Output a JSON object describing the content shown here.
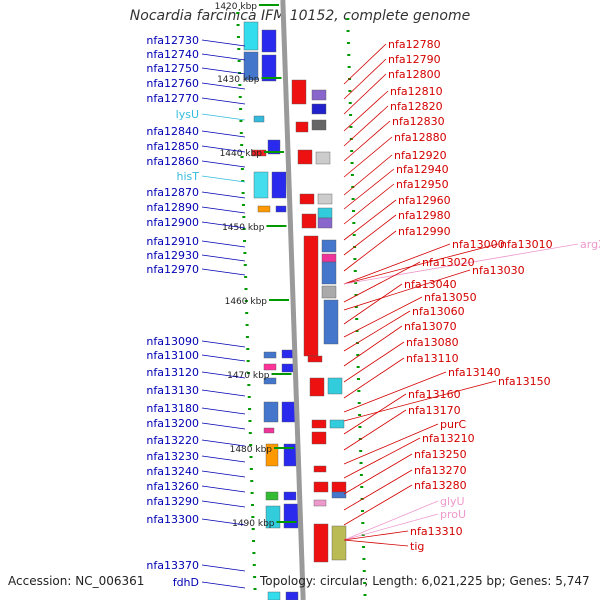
{
  "title": "Nocardia farcinica IFM 10152, complete genome",
  "accession": "Accession: NC_006361",
  "summary": "Topology: circular; Length: 6,021,225 bp; Genes: 5,747",
  "colors": {
    "plus_label": "#0000b4",
    "minus_label": "#d40000",
    "rna_plus": "#33bbdd",
    "rna_minus": "#ee99cc",
    "axis": "#9a9a9a",
    "tick": "#009900"
  },
  "ticks": [
    "1420 kbp",
    "1430 kbp",
    "1440 kbp",
    "1450 kbp",
    "1460 kbp",
    "1470 kbp",
    "1480 kbp",
    "1490 kbp"
  ],
  "left_labels": [
    {
      "text": "nfa12730",
      "kind": "gene"
    },
    {
      "text": "nfa12740",
      "kind": "gene"
    },
    {
      "text": "nfa12750",
      "kind": "gene"
    },
    {
      "text": "nfa12760",
      "kind": "gene"
    },
    {
      "text": "nfa12770",
      "kind": "gene"
    },
    {
      "text": "lysU",
      "kind": "rna"
    },
    {
      "text": "nfa12840",
      "kind": "gene"
    },
    {
      "text": "nfa12850",
      "kind": "gene"
    },
    {
      "text": "nfa12860",
      "kind": "gene"
    },
    {
      "text": "hisT",
      "kind": "rna"
    },
    {
      "text": "nfa12870",
      "kind": "gene"
    },
    {
      "text": "nfa12890",
      "kind": "gene"
    },
    {
      "text": "nfa12900",
      "kind": "gene"
    },
    {
      "text": "nfa12910",
      "kind": "gene"
    },
    {
      "text": "nfa12930",
      "kind": "gene"
    },
    {
      "text": "nfa12970",
      "kind": "gene"
    },
    {
      "text": "nfa13090",
      "kind": "gene"
    },
    {
      "text": "nfa13100",
      "kind": "gene"
    },
    {
      "text": "nfa13120",
      "kind": "gene"
    },
    {
      "text": "nfa13130",
      "kind": "gene"
    },
    {
      "text": "nfa13180",
      "kind": "gene"
    },
    {
      "text": "nfa13200",
      "kind": "gene"
    },
    {
      "text": "nfa13220",
      "kind": "gene"
    },
    {
      "text": "nfa13230",
      "kind": "gene"
    },
    {
      "text": "nfa13240",
      "kind": "gene"
    },
    {
      "text": "nfa13260",
      "kind": "gene"
    },
    {
      "text": "nfa13290",
      "kind": "gene"
    },
    {
      "text": "nfa13300",
      "kind": "gene"
    },
    {
      "text": "nfa13370",
      "kind": "gene"
    },
    {
      "text": "fdhD",
      "kind": "gene"
    }
  ],
  "right_labels": [
    {
      "text": "nfa12780",
      "kind": "gene"
    },
    {
      "text": "nfa12790",
      "kind": "gene"
    },
    {
      "text": "nfa12800",
      "kind": "gene"
    },
    {
      "text": "nfa12810",
      "kind": "gene"
    },
    {
      "text": "nfa12820",
      "kind": "gene"
    },
    {
      "text": "nfa12830",
      "kind": "gene"
    },
    {
      "text": "nfa12880",
      "kind": "gene"
    },
    {
      "text": "nfa12920",
      "kind": "gene"
    },
    {
      "text": "nfa12940",
      "kind": "gene"
    },
    {
      "text": "nfa12950",
      "kind": "gene"
    },
    {
      "text": "nfa12960",
      "kind": "gene"
    },
    {
      "text": "nfa12980",
      "kind": "gene"
    },
    {
      "text": "nfa12990",
      "kind": "gene"
    },
    {
      "text": "nfa13000",
      "kind": "gene"
    },
    {
      "text": "nfa13010",
      "kind": "gene"
    },
    {
      "text": "argX",
      "kind": "rna"
    },
    {
      "text": "nfa13020",
      "kind": "gene"
    },
    {
      "text": "nfa13030",
      "kind": "gene"
    },
    {
      "text": "nfa13040",
      "kind": "gene"
    },
    {
      "text": "nfa13050",
      "kind": "gene"
    },
    {
      "text": "nfa13060",
      "kind": "gene"
    },
    {
      "text": "nfa13070",
      "kind": "gene"
    },
    {
      "text": "nfa13080",
      "kind": "gene"
    },
    {
      "text": "nfa13110",
      "kind": "gene"
    },
    {
      "text": "nfa13140",
      "kind": "gene"
    },
    {
      "text": "nfa13150",
      "kind": "gene"
    },
    {
      "text": "nfa13160",
      "kind": "gene"
    },
    {
      "text": "nfa13170",
      "kind": "gene"
    },
    {
      "text": "purC",
      "kind": "gene"
    },
    {
      "text": "nfa13210",
      "kind": "gene"
    },
    {
      "text": "nfa13250",
      "kind": "gene"
    },
    {
      "text": "nfa13270",
      "kind": "gene"
    },
    {
      "text": "nfa13280",
      "kind": "gene"
    },
    {
      "text": "glyU",
      "kind": "rna"
    },
    {
      "text": "proU",
      "kind": "rna"
    },
    {
      "text": "nfa13310",
      "kind": "gene"
    },
    {
      "text": "tig",
      "kind": "gene"
    }
  ]
}
